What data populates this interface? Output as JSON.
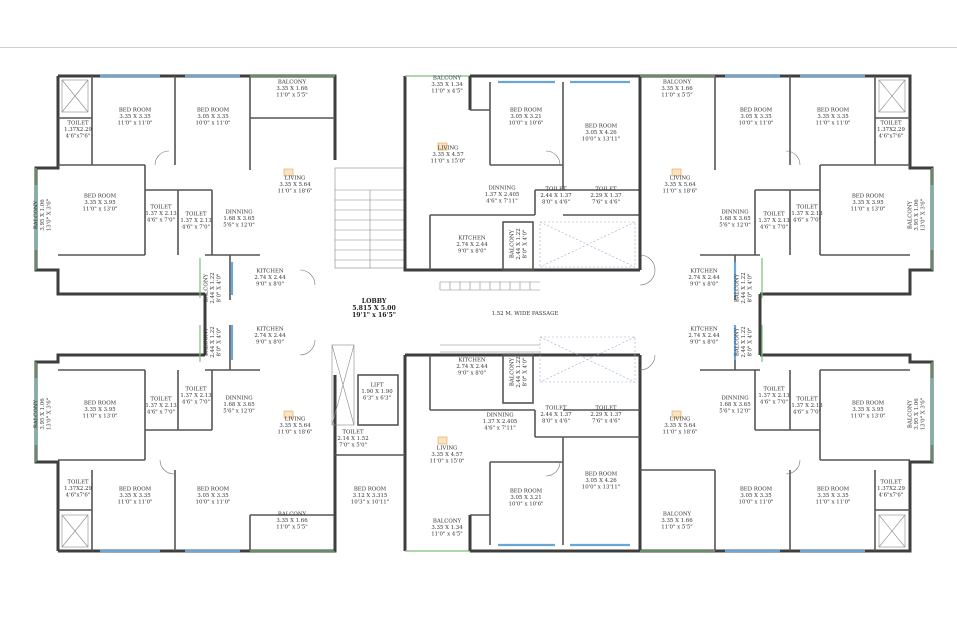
{
  "rooms": {
    "l_top_bed1": [
      "BED ROOM",
      "3.35 X 3.35",
      "11'0\" x 11'0\""
    ],
    "l_top_bed2": [
      "BED ROOM",
      "3.05 X 3.35",
      "10'0\" x 11'0\""
    ],
    "l_top_bal": [
      "BALCONY",
      "3.35 X 1.66",
      "11'0\" x 5'5\""
    ],
    "l_top_toilet_c": [
      "TOILET",
      "1.37X2.29",
      "4'6\"x7'6\""
    ],
    "l_top_living": [
      "LIVING",
      "3.35 X 5.64",
      "11'0\" x 18'6\""
    ],
    "l_top_bed3": [
      "BED ROOM",
      "3.35 X 3.95",
      "11'0\" x 13'0\""
    ],
    "l_top_t1": [
      "TOILET",
      "1.37 X 2.13",
      "4'6\" x 7'0\""
    ],
    "l_top_t2": [
      "TOILET",
      "1.37 X 2.13",
      "4'6\" x 7'0\""
    ],
    "l_top_din": [
      "DINNING",
      "1.68 X 3.65",
      "5'6\" x 12'0\""
    ],
    "l_top_kit": [
      "KITCHEN",
      "2.74 X 2.44",
      "9'0\" x 8'0\""
    ],
    "l_top_sbal": [
      "BALCONY",
      "3.95 X 1.06",
      "13'0\" X 3'6\""
    ],
    "l_top_kbal": [
      "BALCONY",
      "2.44 X 1.22",
      "8'0\" X 4'0\""
    ],
    "l_bot_kit": [
      "KITCHEN",
      "2.74 X 2.44",
      "9'0\" x 8'0\""
    ],
    "l_bot_kbal": [
      "BALCONY",
      "2.44 X 1.22",
      "8'0\" X 4'0\""
    ],
    "l_bot_sbal": [
      "BALCONY",
      "3.95 X 1.06",
      "13'0\" X 3'6\""
    ],
    "l_bot_bed3": [
      "BED ROOM",
      "3.35 X 3.95",
      "11'0\" x 13'0\""
    ],
    "l_bot_t1": [
      "TOILET",
      "1.37 X 2.13",
      "4'6\" x 7'0\""
    ],
    "l_bot_t2": [
      "TOILET",
      "1.37 X 2.13",
      "4'6\" x 7'0\""
    ],
    "l_bot_din": [
      "DINNING",
      "1.68 X 3.65",
      "5'6\" x 12'0\""
    ],
    "l_bot_living": [
      "LIVING",
      "3.35 X 5.64",
      "11'0\" x 18'6\""
    ],
    "l_bot_toilet_c": [
      "TOILET",
      "1.37X2.29",
      "4'6\"x7'6\""
    ],
    "l_bot_bed1": [
      "BED ROOM",
      "3.35 X 3.35",
      "11'0\" x 11'0\""
    ],
    "l_bot_bed2": [
      "BED ROOM",
      "3.05 X 3.35",
      "10'0\" x 11'0\""
    ],
    "l_bot_bal": [
      "BALCONY",
      "3.35 X 1.66",
      "11'0\" x 5'5\""
    ],
    "lobby": [
      "LOBBY",
      "5.815 X 5.00",
      "19'1\" x 16'5\""
    ],
    "lift": [
      "LIFT",
      "1.90 X 1.90",
      "6'3\" x 6'3\""
    ],
    "c_toilet": [
      "TOILET",
      "2.14 X 1.52",
      "7'0\" x 5'0\""
    ],
    "c_bed": [
      "BED ROOM",
      "3.12 X 3.315",
      "10'3\" x 10'11\""
    ],
    "passage": [
      "1.52 M. WIDE PASSAGE"
    ],
    "m_top_bal": [
      "BALCONY",
      "3.35 X 1.34",
      "11'0\" x 4'5\""
    ],
    "m_top_living": [
      "LIVING",
      "3.35 X 4.57",
      "11'0\" x 15'0\""
    ],
    "m_top_bed1": [
      "BED ROOM",
      "3.05 X 3.21",
      "10'0\" x 10'6\""
    ],
    "m_top_bed2": [
      "BED ROOM",
      "3.05 X 4.26",
      "10'0\" x 13'11\""
    ],
    "m_top_din": [
      "DINNING",
      "1.37 X 2.405",
      "4'6\" x 7'11\""
    ],
    "m_top_t1": [
      "TOILET",
      "2.44 X 1.37",
      "8'0\" x 4'6\""
    ],
    "m_top_t2": [
      "TOILET",
      "2.29 X 1.37",
      "7'6\" x 4'6\""
    ],
    "m_top_kit": [
      "KITCHEN",
      "2.74 X 2.44",
      "9'0\" x 8'0\""
    ],
    "m_top_kbal": [
      "BALCONY",
      "2.44 X 1.22",
      "8'0\" X 4'0\""
    ],
    "m_bot_kit": [
      "KITCHEN",
      "2.74 X 2.44",
      "9'0\" x 8'0\""
    ],
    "m_bot_kbal": [
      "BALCONY",
      "2.44 X 1.22",
      "8'0\" X 4'0\""
    ],
    "m_bot_din": [
      "DINNING",
      "1.37 X 2.405",
      "4'6\" x 7'11\""
    ],
    "m_bot_t1": [
      "TOILET",
      "2.44 X 1.37",
      "8'0\" x 4'6\""
    ],
    "m_bot_t2": [
      "TOILET",
      "2.29 X 1.37",
      "7'6\" x 4'6\""
    ],
    "m_bot_living": [
      "LIVING",
      "3.35 X 4.57",
      "11'0\" x 15'0\""
    ],
    "m_bot_bed1": [
      "BED ROOM",
      "3.05 X 3.21",
      "10'0\" x 10'6\""
    ],
    "m_bot_bed2": [
      "BED ROOM",
      "3.05 X 4.26",
      "10'0\" x 13'11\""
    ],
    "m_bot_bal": [
      "BALCONY",
      "3.35 X 1.34",
      "11'0\" x 4'5\""
    ],
    "r_top_bal": [
      "BALCONY",
      "3.35 X 1.66",
      "11'0\" x 5'5\""
    ],
    "r_top_bed1": [
      "BED ROOM",
      "3.05 X 3.35",
      "10'0\" x 11'0\""
    ],
    "r_top_bed2": [
      "BED ROOM",
      "3.35 X 3.35",
      "11'0\" x 11'0\""
    ],
    "r_top_toilet_c": [
      "TOILET",
      "1.37X2.29",
      "4'6\"x7'6\""
    ],
    "r_top_living": [
      "LIVING",
      "3.35 X 5.64",
      "11'0\" x 18'6\""
    ],
    "r_top_din": [
      "DINNING",
      "1.68 X 3.65",
      "5'6\" x 12'0\""
    ],
    "r_top_t1": [
      "TOILET",
      "1.37 X 2.13",
      "4'6\" x 7'0\""
    ],
    "r_top_t2": [
      "TOILET",
      "1.37 X 2.13",
      "4'6\" x 7'0\""
    ],
    "r_top_bed3": [
      "BED ROOM",
      "3.35 X 3.95",
      "11'0\" x 13'0\""
    ],
    "r_top_sbal": [
      "BALCONY",
      "3.95 X 1.06",
      "13'0\" X 3'6\""
    ],
    "r_top_kit": [
      "KITCHEN",
      "2.74 X 2.44",
      "9'0\" x 8'0\""
    ],
    "r_top_kbal": [
      "BALCONY",
      "2.44 X 1.22",
      "8'0\" X 4'0\""
    ],
    "r_bot_kit": [
      "KITCHEN",
      "2.74 X 2.44",
      "9'0\" x 8'0\""
    ],
    "r_bot_kbal": [
      "BALCONY",
      "2.44 X 1.22",
      "8'0\" X 4'0\""
    ],
    "r_bot_din": [
      "DINNING",
      "1.68 X 3.65",
      "5'6\" x 12'0\""
    ],
    "r_bot_t1": [
      "TOILET",
      "1.37 X 2.13",
      "4'6\" x 7'0\""
    ],
    "r_bot_t2": [
      "TOILET",
      "1.37 X 2.13",
      "4'6\" x 7'0\""
    ],
    "r_bot_bed3": [
      "BED ROOM",
      "3.35 X 3.95",
      "11'0\" x 13'0\""
    ],
    "r_bot_sbal": [
      "BALCONY",
      "3.95 X 1.06",
      "13'0\" X 3'6\""
    ],
    "r_bot_living": [
      "LIVING",
      "3.35 X 5.64",
      "11'0\" x 18'6\""
    ],
    "r_bot_bed1": [
      "BED ROOM",
      "3.05 X 3.35",
      "10'0\" x 11'0\""
    ],
    "r_bot_bed2": [
      "BED ROOM",
      "3.35 X 3.35",
      "11'0\" x 11'0\""
    ],
    "r_bot_toilet_c": [
      "TOILET",
      "1.37X2.29",
      "4'6\"x7'6\""
    ],
    "r_bot_bal": [
      "BALCONY",
      "3.35 X 1.66",
      "11'0\" x 5'5\""
    ]
  },
  "colors": {
    "wall": "#3e3e3e",
    "window": "#6aa6d8",
    "balcony_edge": "#7dbf7d",
    "label": "#333333",
    "living_icon": "#e8a04a"
  }
}
